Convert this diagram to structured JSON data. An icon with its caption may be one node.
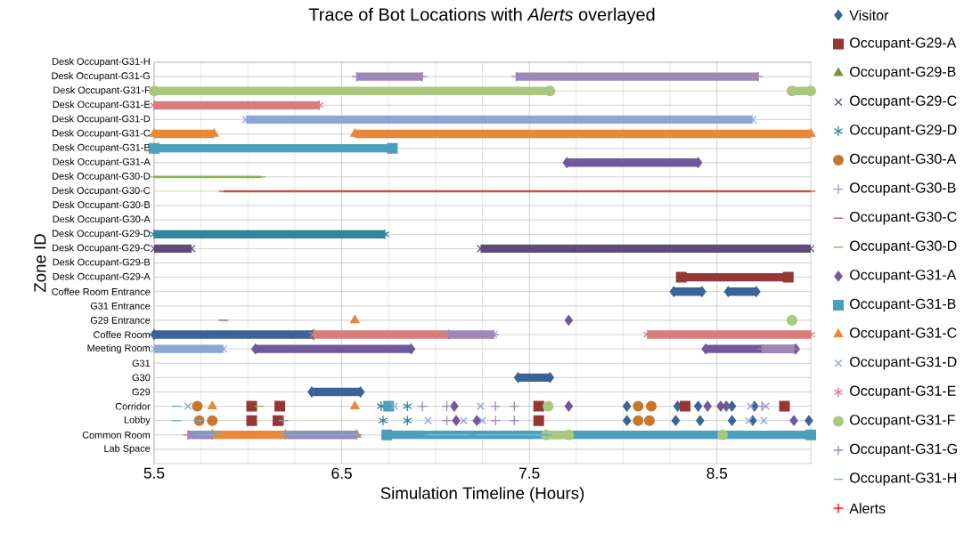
{
  "diagram": {
    "title": "Trace of Bot Locations with *Alerts* overlayed",
    "labels": [
      "Desk Occupant-G31-H",
      "Desk Occupant-G31-G",
      "Desk Occupant-G31-F",
      "Desk Occupant-G31-E",
      "Desk Occupant-G31-D",
      "Desk Occupant-G31-C",
      "Desk Occupant-G31-B",
      "Desk Occupant-G31-A",
      "Desk Occupant-G30-D",
      "Desk Occupant-G30-C",
      "Desk Occupant-G30-B",
      "Desk Occupant-G30-A",
      "Desk Occupant-G29-D",
      "Desk Occupant-G29-C",
      "Desk Occupant-G29-B",
      "Desk Occupant-G29-A",
      "Coffee Room Entrance",
      "G31 Entrance",
      "G29 Entrance",
      "Coffee Room",
      "Meeting Room",
      "G31",
      "G30",
      "G29",
      "Corridor",
      "Lobby",
      "Common Room",
      "Lab Space",
      "Zone ID",
      "5.5",
      "6.5",
      "7.5",
      "8.5",
      "Simulation Timeline (Hours)"
    ],
    "legend": [
      {
        "text": "Visitor"
      },
      {
        "text": "Occupant-G29-A"
      },
      {
        "text": "Occupant-G29-B"
      },
      {
        "text": "Occupant-G29-C"
      },
      {
        "text": "Occupant-G29-D"
      },
      {
        "text": "Occupant-G30-A"
      },
      {
        "text": "Occupant-G30-B"
      },
      {
        "text": "Occupant-G30-C"
      },
      {
        "text": "Occupant-G30-D"
      },
      {
        "text": "Occupant-G31-A"
      },
      {
        "text": "Occupant-G31-B"
      },
      {
        "text": "Occupant-G31-C"
      },
      {
        "text": "Occupant-G31-D"
      },
      {
        "text": "Occupant-G31-E"
      },
      {
        "text": "Occupant-G31-F"
      },
      {
        "text": "Occupant-G31-G"
      },
      {
        "text": "Occupant-G31-H"
      },
      {
        "text": "Alerts"
      }
    ]
  }
}
